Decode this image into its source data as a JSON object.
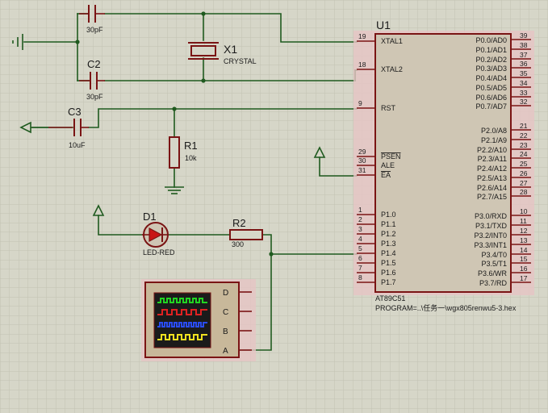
{
  "colors": {
    "background": "#d6d6c8",
    "grid": "#c2c2b2",
    "wire": "#1f5a1f",
    "component": "#7a1414",
    "chip_fill": "#cfc6b4",
    "chip_shadow": "#e6c4c4",
    "label": "#1a1a1a",
    "junction": "#1f5a1f",
    "led": "#c81414",
    "scope_bg": "#c8b89a",
    "scope_screen": "#1b1b1b",
    "trace_green": "#22d422",
    "trace_red": "#e02222",
    "trace_blue": "#2a4cf0",
    "trace_yellow": "#f0e020"
  },
  "components": {
    "c1": {
      "value": "30pF"
    },
    "c2": {
      "name": "C2",
      "value": "30pF"
    },
    "c3": {
      "name": "C3",
      "value": "10uF"
    },
    "x1": {
      "name": "X1",
      "value": "CRYSTAL"
    },
    "r1": {
      "name": "R1",
      "value": "10k"
    },
    "r2": {
      "name": "R2",
      "value": "300"
    },
    "d1": {
      "name": "D1",
      "value": "LED-RED"
    },
    "u1": {
      "name": "U1",
      "part": "AT89C51",
      "program": "PROGRAM=..\\任务一\\wgx805renwu5-3.hex"
    },
    "scope": {
      "channels": [
        "D",
        "C",
        "B",
        "A"
      ]
    }
  },
  "u1_left_pins": [
    {
      "num": "19",
      "label": "XTAL1"
    },
    {
      "num": "18",
      "label": "XTAL2"
    },
    {
      "num": "9",
      "label": "RST"
    },
    {
      "num": "29",
      "label": "PSEN"
    },
    {
      "num": "30",
      "label": "ALE"
    },
    {
      "num": "31",
      "label": "EA"
    },
    {
      "num": "1",
      "label": "P1.0"
    },
    {
      "num": "2",
      "label": "P1.1"
    },
    {
      "num": "3",
      "label": "P1.2"
    },
    {
      "num": "4",
      "label": "P1.3"
    },
    {
      "num": "5",
      "label": "P1.4"
    },
    {
      "num": "6",
      "label": "P1.5"
    },
    {
      "num": "7",
      "label": "P1.6"
    },
    {
      "num": "8",
      "label": "P1.7"
    }
  ],
  "u1_right_pins": [
    {
      "num": "39",
      "label": "P0.0/AD0"
    },
    {
      "num": "38",
      "label": "P0.1/AD1"
    },
    {
      "num": "37",
      "label": "P0.2/AD2"
    },
    {
      "num": "36",
      "label": "P0.3/AD3"
    },
    {
      "num": "35",
      "label": "P0.4/AD4"
    },
    {
      "num": "34",
      "label": "P0.5/AD5"
    },
    {
      "num": "33",
      "label": "P0.6/AD6"
    },
    {
      "num": "32",
      "label": "P0.7/AD7"
    },
    {
      "num": "21",
      "label": "P2.0/A8"
    },
    {
      "num": "22",
      "label": "P2.1/A9"
    },
    {
      "num": "23",
      "label": "P2.2/A10"
    },
    {
      "num": "24",
      "label": "P2.3/A11"
    },
    {
      "num": "25",
      "label": "P2.4/A12"
    },
    {
      "num": "26",
      "label": "P2.5/A13"
    },
    {
      "num": "27",
      "label": "P2.6/A14"
    },
    {
      "num": "28",
      "label": "P2.7/A15"
    },
    {
      "num": "10",
      "label": "P3.0/RXD"
    },
    {
      "num": "11",
      "label": "P3.1/TXD"
    },
    {
      "num": "12",
      "label": "P3.2/INT0"
    },
    {
      "num": "13",
      "label": "P3.3/INT1"
    },
    {
      "num": "14",
      "label": "P3.4/T0"
    },
    {
      "num": "15",
      "label": "P3.5/T1"
    },
    {
      "num": "16",
      "label": "P3.6/WR"
    },
    {
      "num": "17",
      "label": "P3.7/RD"
    }
  ]
}
